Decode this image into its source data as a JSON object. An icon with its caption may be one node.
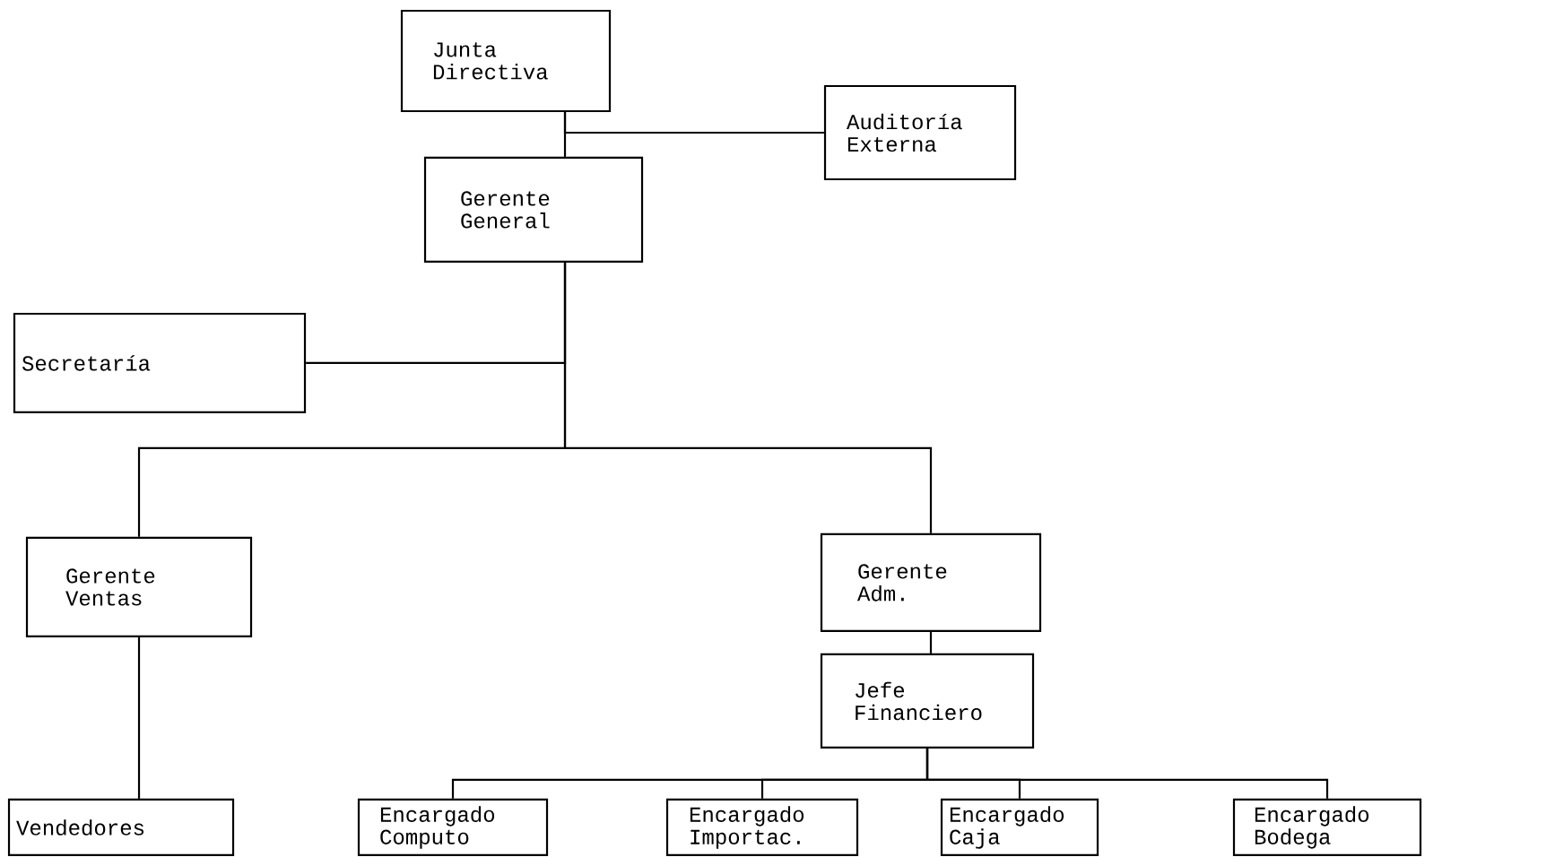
{
  "diagram": {
    "nodes": [
      {
        "text": [
          "Junta Directiva"
        ]
      },
      {
        "text": [
          "Auditoría Externa"
        ]
      },
      {
        "text": [
          "Gerente General"
        ]
      },
      {
        "text": [
          "Secretaría"
        ]
      },
      {
        "text": [
          "Gerente Ventas"
        ]
      },
      {
        "text": [
          "Gerente Adm."
        ]
      },
      {
        "text": [
          "Jefe Financiero"
        ]
      },
      {
        "text": [
          "Vendedores"
        ]
      },
      {
        "text": [
          "Encargado Computo"
        ]
      },
      {
        "text": [
          "Encargado Importac."
        ]
      },
      {
        "text": [
          "Encargado Caja"
        ]
      },
      {
        "text": [
          "Encargado Bodega"
        ]
      }
    ],
    "edges": [
      {
        "from": 0,
        "to": 2,
        "arrow": "none"
      },
      {
        "from": 0,
        "to": 1,
        "arrow": "none"
      },
      {
        "from": 2,
        "to": 3,
        "arrow": "none"
      },
      {
        "from": 2,
        "to": 4,
        "arrow": "none"
      },
      {
        "from": 2,
        "to": 5,
        "arrow": "none"
      },
      {
        "from": 4,
        "to": 7,
        "arrow": "none"
      },
      {
        "from": 5,
        "to": 6,
        "arrow": "none"
      },
      {
        "from": 6,
        "to": 8,
        "arrow": "none"
      },
      {
        "from": 6,
        "to": 9,
        "arrow": "none"
      },
      {
        "from": 6,
        "to": 10,
        "arrow": "none"
      },
      {
        "from": 6,
        "to": 11,
        "arrow": "none"
      }
    ]
  }
}
